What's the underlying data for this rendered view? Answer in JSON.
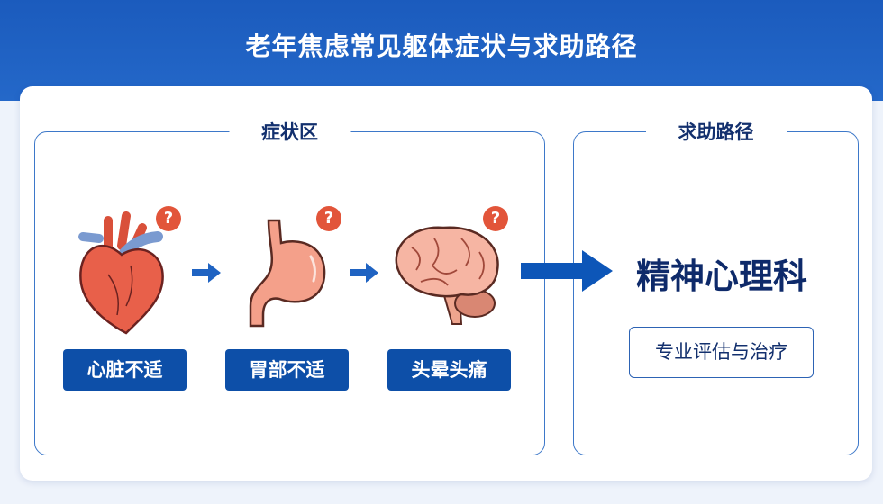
{
  "title": "老年焦虑常见躯体症状与求助路径",
  "symptom_panel": {
    "title": "症状区",
    "items": [
      {
        "label": "心脏不适",
        "icon": "heart-icon",
        "badge": "?"
      },
      {
        "label": "胃部不适",
        "icon": "stomach-icon",
        "badge": "?"
      },
      {
        "label": "头晕头痛",
        "icon": "brain-icon",
        "badge": "?"
      }
    ]
  },
  "help_panel": {
    "title": "求助路径",
    "department": "精神心理科",
    "service": "专业评估与治疗"
  },
  "colors": {
    "primary": "#0d4fa8",
    "header": "#1b5bbd",
    "badge": "#e2553a",
    "navy": "#0e2a6a"
  }
}
